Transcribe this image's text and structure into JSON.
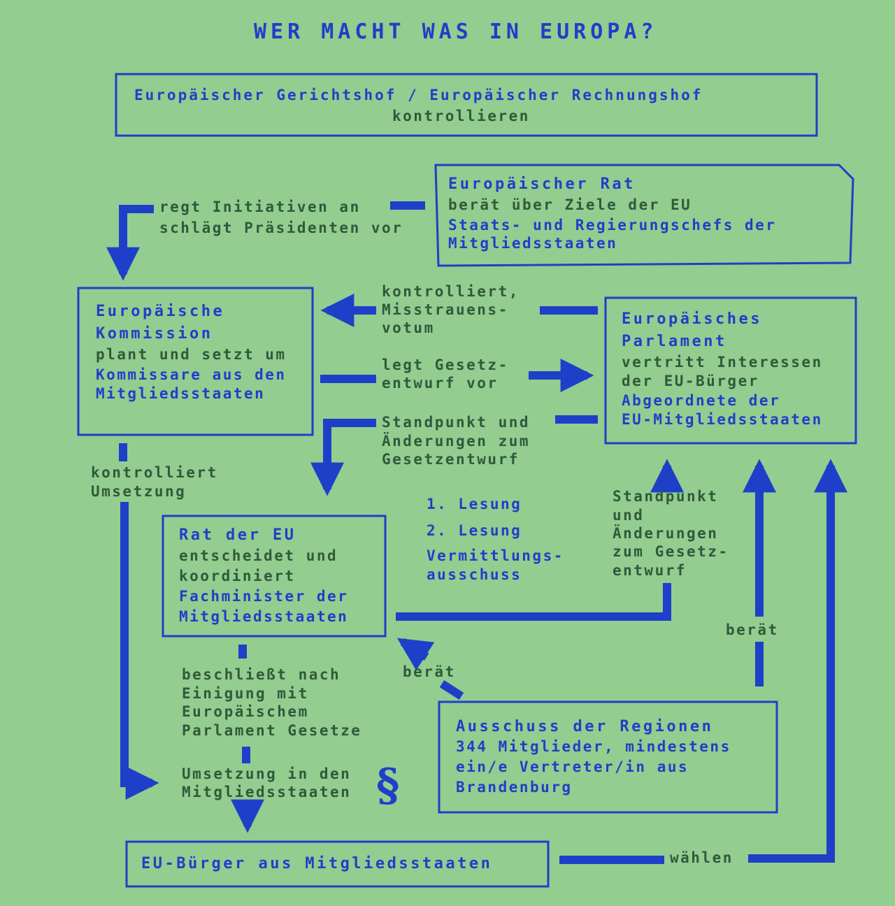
{
  "title": "WER MACHT WAS IN EUROPA?",
  "gerichtshof": {
    "name": "Europäischer Gerichtshof / Europäischer Rechnungshof",
    "role": "kontrollieren"
  },
  "europaeischer_rat": {
    "name": "Europäischer Rat",
    "role": "berät über Ziele der EU",
    "members_1": "Staats- und Regierungschefs der",
    "members_2": "Mitgliedsstaaten"
  },
  "kommission": {
    "name_1": "Europäische",
    "name_2": "Kommission",
    "role": "plant und setzt um",
    "members_1": "Kommissare aus den",
    "members_2": "Mitgliedsstaaten"
  },
  "parlament": {
    "name_1": "Europäisches",
    "name_2": "Parlament",
    "role_1": "vertritt Interessen",
    "role_2": "der EU-Bürger",
    "members_1": "Abgeordnete der",
    "members_2": "EU-Mitgliedsstaaten"
  },
  "rat_der_eu": {
    "name": "Rat der EU",
    "role_1": "entscheidet und",
    "role_2": "koordiniert",
    "members_1": "Fachminister der",
    "members_2": "Mitgliedsstaaten"
  },
  "ausschuss": {
    "name": "Ausschuss der Regionen",
    "desc_1": "344 Mitglieder, mindestens",
    "desc_2": "ein/e Vertreter/in aus",
    "desc_3": "Brandenburg"
  },
  "buerger": {
    "name": "EU-Bürger aus Mitgliedsstaaten"
  },
  "labels": {
    "rat_to_kom_1": "regt Initiativen an",
    "rat_to_kom_2": "schlägt Präsidenten vor",
    "kontrolliert_1": "kontrolliert,",
    "kontrolliert_2": "Misstrauens-",
    "kontrolliert_3": "votum",
    "gesetz_1": "legt Gesetz-",
    "gesetz_2": "entwurf vor",
    "standpunkt_1": "Standpunkt und",
    "standpunkt_2": "Änderungen zum",
    "standpunkt_3": "Gesetzentwurf",
    "umsetzung_ctrl_1": "kontrolliert",
    "umsetzung_ctrl_2": "Umsetzung",
    "lesung_1": "1. Lesung",
    "lesung_2": "2. Lesung",
    "vermittlung_1": "Vermittlungs-",
    "vermittlung_2": "ausschuss",
    "rat_standpunkt_1": "Standpunkt",
    "rat_standpunkt_2": "und",
    "rat_standpunkt_3": "Änderungen",
    "rat_standpunkt_4": "zum Gesetz-",
    "rat_standpunkt_5": "entwurf",
    "beraet_left": "berät",
    "beraet_right": "berät",
    "beschliesst_1": "beschließt nach",
    "beschliesst_2": "Einigung mit",
    "beschliesst_3": "Europäischem",
    "beschliesst_4": "Parlament Gesetze",
    "umsetzung_1": "Umsetzung in den",
    "umsetzung_2": "Mitgliedsstaaten",
    "paragraph": "§",
    "waehlen": "wählen"
  },
  "colors": {
    "background": "#93cd90",
    "blue": "#1e40c8",
    "label": "#2f5a3a"
  }
}
